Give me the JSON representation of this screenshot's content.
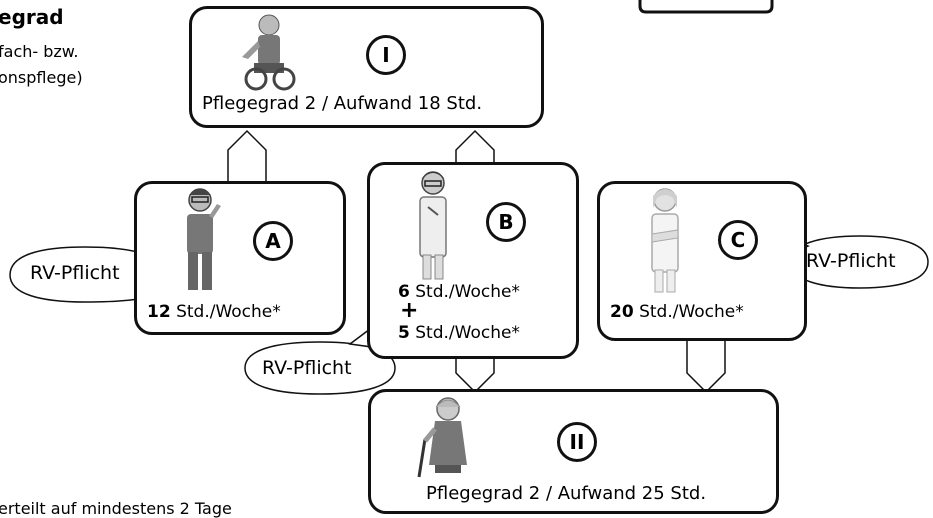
{
  "colors": {
    "line": "#111111",
    "figure_dark": "#555555",
    "figure_mid": "#8c8c8c",
    "figure_light": "#cfcfcf"
  },
  "left_note": {
    "title": "egrad",
    "line1": "fach- bzw.",
    "line2": "onspflege)"
  },
  "footnote": "erteilt auf mindestens 2 Tage",
  "patients": [
    {
      "id": "I",
      "label": "Pflegegrad 2 / Aufwand 18 Std.",
      "icon": "person-in-wheelchair-icon"
    },
    {
      "id": "II",
      "label": "Pflegegrad 2 / Aufwand 25 Std.",
      "icon": "elderly-woman-with-cane-icon"
    }
  ],
  "caregivers": [
    {
      "id": "A",
      "hours_num": "12",
      "hours_unit": "Std./Woche*",
      "icon": "caregiver-man-phone-icon"
    },
    {
      "id": "B",
      "hours1_num": "6",
      "hours1_unit": "Std./Woche*",
      "plus": "+",
      "hours2_num": "5",
      "hours2_unit": "Std./Woche*",
      "icon": "nurse-woman-icon"
    },
    {
      "id": "C",
      "hours_num": "20",
      "hours_unit": "Std./Woche*",
      "icon": "nurse-woman-arms-crossed-icon"
    }
  ],
  "bubbles": [
    {
      "text": "RV-Pflicht",
      "target": "A"
    },
    {
      "text": "RV-Pflicht",
      "target": "B"
    },
    {
      "text": "RV-Pflicht",
      "target": "C"
    }
  ]
}
